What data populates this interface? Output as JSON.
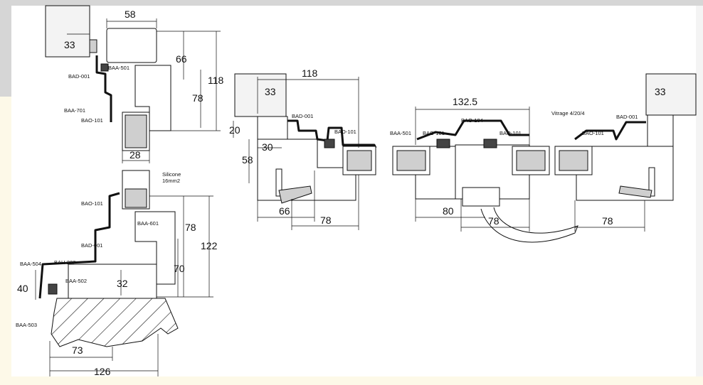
{
  "dimensions": {
    "top_left": [
      "58",
      "33",
      "66",
      "78",
      "118",
      "28"
    ],
    "bottom_left": [
      "78",
      "122",
      "70",
      "32",
      "40",
      "73",
      "126"
    ],
    "middle": [
      "118",
      "33",
      "20",
      "30",
      "58",
      "66",
      "78"
    ],
    "right": [
      "132.5",
      "80",
      "78",
      "78",
      "33"
    ]
  },
  "labels": {
    "top_left": [
      "BAA-501",
      "BAD-001",
      "BAA-701",
      "BAO-101"
    ],
    "bottom_left": [
      "Silicone\n16mm2",
      "BAO-101",
      "BAA-601",
      "BAD-001",
      "BAA-504",
      "BAH-202",
      "BAA-502",
      "BAA-503"
    ],
    "middle": [
      "BAD-001",
      "BAO-101"
    ],
    "right": [
      "BAA-501",
      "BAO-101",
      "BAO-104",
      "BAO-101",
      "Vitrage 4/20/4",
      "BAO-101",
      "BAD-001"
    ]
  },
  "colors": {
    "page": "#ffffff",
    "frame_grey": "#d6d6d6",
    "frame_cream": "#fdf9e8",
    "line": "#111111"
  }
}
